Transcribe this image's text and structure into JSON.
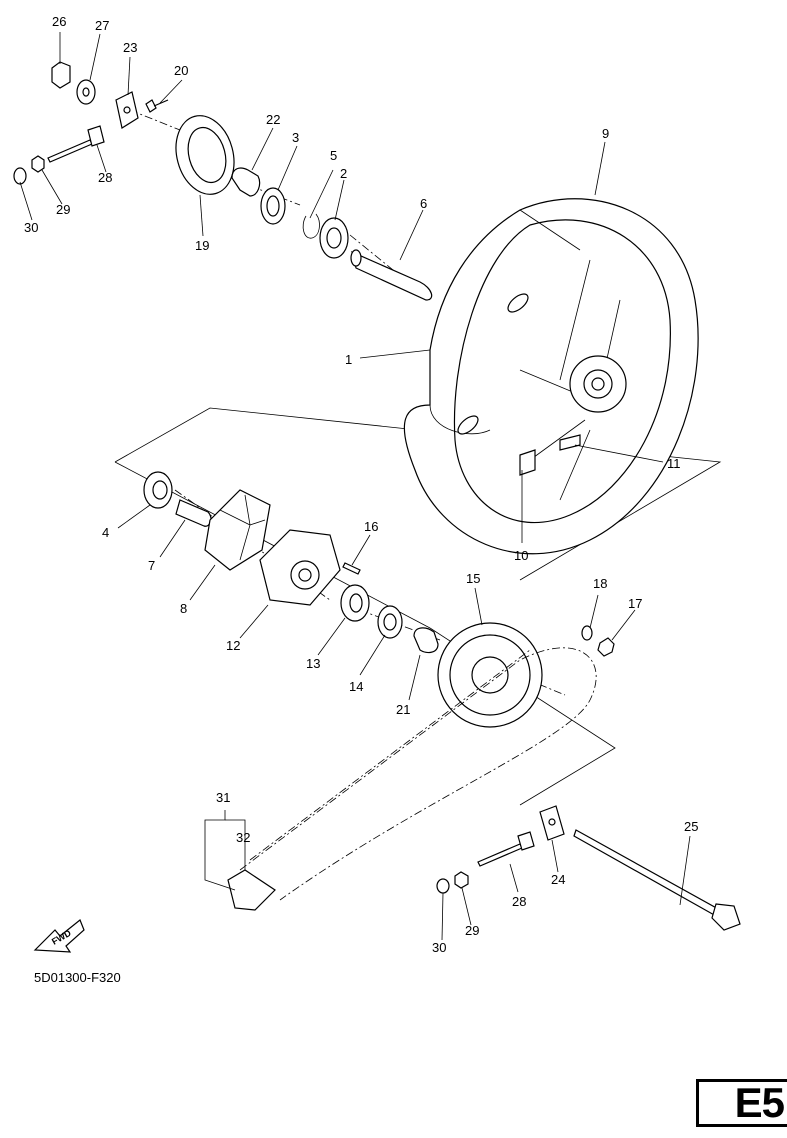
{
  "diagram_code": "5D01300-F320",
  "page_badge": "E5",
  "fwd_label": "FWD",
  "callouts": [
    "1",
    "2",
    "3",
    "4",
    "5",
    "6",
    "7",
    "8",
    "9",
    "10",
    "11",
    "12",
    "13",
    "14",
    "15",
    "16",
    "17",
    "18",
    "19",
    "20",
    "21",
    "22",
    "23",
    "24",
    "25",
    "26",
    "27",
    "28",
    "29",
    "30",
    "31",
    "32"
  ],
  "callouts_extra": [
    "28",
    "29",
    "30"
  ]
}
